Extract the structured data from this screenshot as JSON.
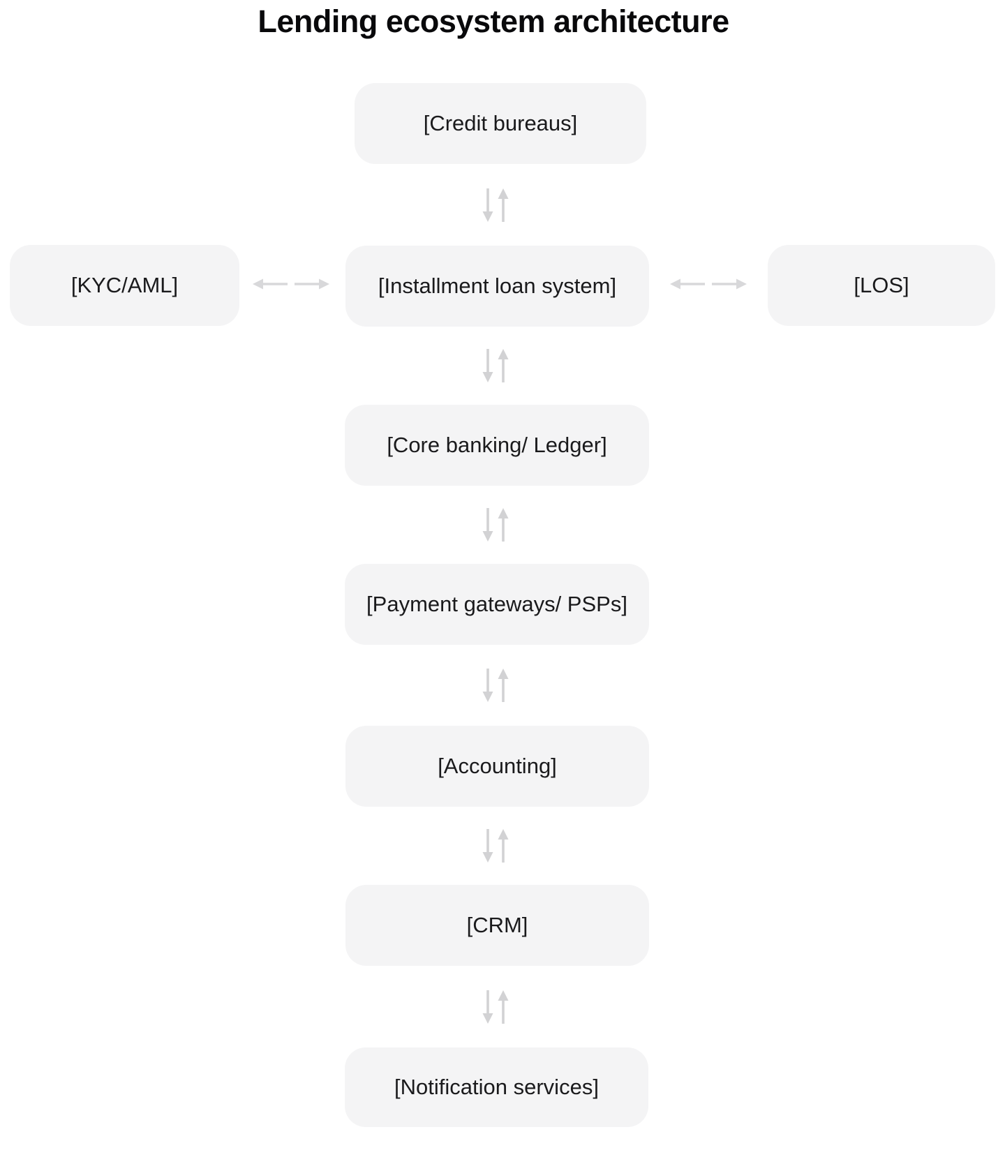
{
  "title": "Lending ecosystem architecture",
  "colors": {
    "background": "#ffffff",
    "node_fill": "#f4f4f5",
    "node_text": "#1a1a1c",
    "title_text": "#09090b",
    "arrow_vertical": "#d2d2d4",
    "arrow_horizontal": "#d8d8da"
  },
  "nodes": {
    "credit_bureaus": {
      "label": "[Credit bureaus]"
    },
    "kyc_aml": {
      "label": "[KYC/AML]"
    },
    "installment_loan_system": {
      "label": "[Installment loan system]"
    },
    "los": {
      "label": "[LOS]"
    },
    "core_banking_ledger": {
      "label": "[Core banking/ Ledger]"
    },
    "payment_gateways_psps": {
      "label": "[Payment gateways/ PSPs]"
    },
    "accounting": {
      "label": "[Accounting]"
    },
    "crm": {
      "label": "[CRM]"
    },
    "notification_services": {
      "label": "[Notification services]"
    }
  },
  "edges": [
    {
      "from": "credit_bureaus",
      "to": "installment_loan_system",
      "style": "bidirectional-vertical"
    },
    {
      "from": "kyc_aml",
      "to": "installment_loan_system",
      "style": "bidirectional-horizontal"
    },
    {
      "from": "installment_loan_system",
      "to": "los",
      "style": "bidirectional-horizontal"
    },
    {
      "from": "installment_loan_system",
      "to": "core_banking_ledger",
      "style": "bidirectional-vertical"
    },
    {
      "from": "core_banking_ledger",
      "to": "payment_gateways_psps",
      "style": "bidirectional-vertical"
    },
    {
      "from": "payment_gateways_psps",
      "to": "accounting",
      "style": "bidirectional-vertical"
    },
    {
      "from": "accounting",
      "to": "crm",
      "style": "bidirectional-vertical"
    },
    {
      "from": "crm",
      "to": "notification_services",
      "style": "bidirectional-vertical"
    }
  ]
}
